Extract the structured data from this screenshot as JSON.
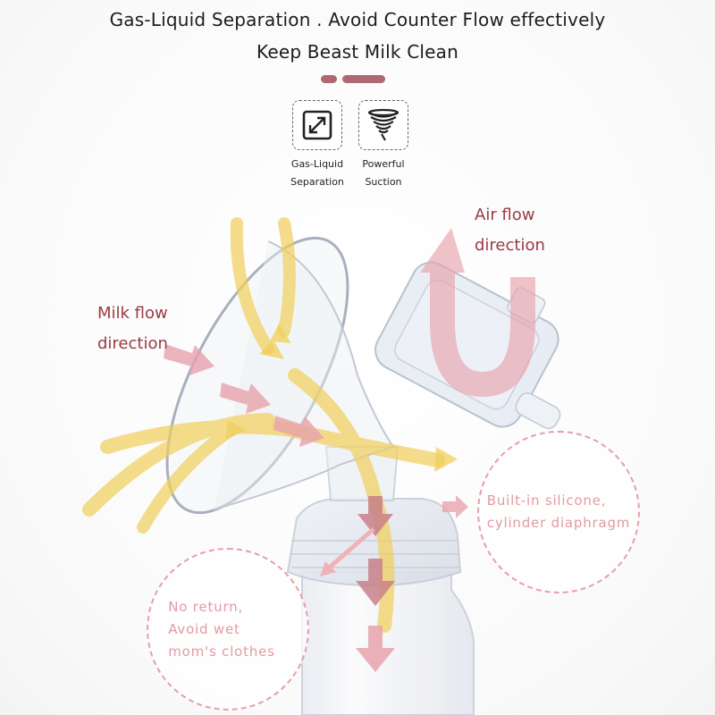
{
  "header": {
    "title_line1": "Gas-Liquid Separation . Avoid Counter Flow effectively",
    "title_line2": "Keep Beast Milk Clean"
  },
  "features": [
    {
      "icon": "expand-arrows-icon",
      "label_line1": "Gas-Liquid",
      "label_line2": "Separation"
    },
    {
      "icon": "tornado-suction-icon",
      "label_line1": "Powerful",
      "label_line2": "Suction"
    }
  ],
  "annotations": {
    "air_flow": {
      "line1": "Air flow",
      "line2": "direction"
    },
    "milk_flow": {
      "line1": "Milk flow",
      "line2": "direction"
    },
    "diaphragm": {
      "line1": "Built-in silicone,",
      "line2": "cylinder diaphragm"
    },
    "no_return": {
      "line1": "No return,",
      "line2": "Avoid wet",
      "line3": "mom's clothes"
    }
  },
  "colors": {
    "accent_dark": "#a85a60",
    "label_red": "#9a3a42",
    "callout_pink": "#e39aa3",
    "arrow_pink": "#e8a3ac",
    "arrow_yellow": "#f1cf5a",
    "text_dark": "#1c1c1c"
  }
}
